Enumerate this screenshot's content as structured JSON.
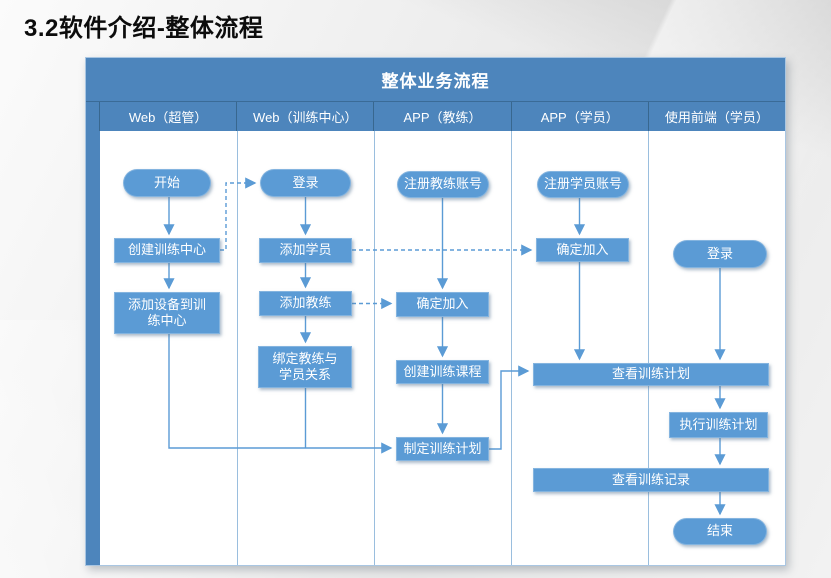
{
  "page_title": "3.2软件介绍-整体流程",
  "diagram": {
    "title": "整体业务流程",
    "lanes": [
      {
        "label": "Web（超管）"
      },
      {
        "label": "Web（训练中心）"
      },
      {
        "label": "APP（教练）"
      },
      {
        "label": "APP（学员）"
      },
      {
        "label": "使用前端（学员）"
      }
    ],
    "nodes": {
      "start": {
        "label": "开始",
        "shape": "pill",
        "lane": "Web（超管）"
      },
      "create_center": {
        "label": "创建训练中心",
        "shape": "rect",
        "lane": "Web（超管）"
      },
      "add_device": {
        "label": "添加设备到训练中心",
        "shape": "rect",
        "lane": "Web（超管）"
      },
      "login_center": {
        "label": "登录",
        "shape": "pill",
        "lane": "Web（训练中心）"
      },
      "add_student": {
        "label": "添加学员",
        "shape": "rect",
        "lane": "Web（训练中心）"
      },
      "add_coach": {
        "label": "添加教练",
        "shape": "rect",
        "lane": "Web（训练中心）"
      },
      "bind_relation": {
        "label": "绑定教练与学员关系",
        "shape": "rect",
        "lane": "Web（训练中心）"
      },
      "register_coach": {
        "label": "注册教练账号",
        "shape": "pill",
        "lane": "APP（教练）"
      },
      "confirm_join_coach": {
        "label": "确定加入",
        "shape": "rect",
        "lane": "APP（教练）"
      },
      "create_course": {
        "label": "创建训练课程",
        "shape": "rect",
        "lane": "APP（教练）"
      },
      "make_plan": {
        "label": "制定训练计划",
        "shape": "rect",
        "lane": "APP（教练）"
      },
      "register_student": {
        "label": "注册学员账号",
        "shape": "pill",
        "lane": "APP（学员）"
      },
      "confirm_join_student": {
        "label": "确定加入",
        "shape": "rect",
        "lane": "APP（学员）"
      },
      "view_plan": {
        "label": "查看训练计划",
        "shape": "rect-wide",
        "lane": "APP（学员）/使用前端（学员）"
      },
      "login_frontend": {
        "label": "登录",
        "shape": "pill",
        "lane": "使用前端（学员）"
      },
      "exec_plan": {
        "label": "执行训练计划",
        "shape": "rect",
        "lane": "使用前端（学员）"
      },
      "view_record": {
        "label": "查看训练记录",
        "shape": "rect-wide",
        "lane": "APP（学员）/使用前端（学员）"
      },
      "end": {
        "label": "结束",
        "shape": "pill",
        "lane": "使用前端（学员）"
      }
    },
    "edges": [
      {
        "from": "start",
        "to": "create_center",
        "style": "solid"
      },
      {
        "from": "create_center",
        "to": "add_device",
        "style": "solid"
      },
      {
        "from": "create_center",
        "to": "login_center",
        "style": "dashed"
      },
      {
        "from": "login_center",
        "to": "add_student",
        "style": "solid"
      },
      {
        "from": "add_student",
        "to": "add_coach",
        "style": "solid"
      },
      {
        "from": "add_coach",
        "to": "bind_relation",
        "style": "solid"
      },
      {
        "from": "add_student",
        "to": "confirm_join_student",
        "style": "dashed"
      },
      {
        "from": "add_coach",
        "to": "confirm_join_coach",
        "style": "dashed"
      },
      {
        "from": "register_coach",
        "to": "confirm_join_coach",
        "style": "solid"
      },
      {
        "from": "confirm_join_coach",
        "to": "create_course",
        "style": "solid"
      },
      {
        "from": "create_course",
        "to": "make_plan",
        "style": "solid"
      },
      {
        "from": "add_device",
        "to": "make_plan",
        "style": "solid"
      },
      {
        "from": "bind_relation",
        "to": "make_plan",
        "style": "solid"
      },
      {
        "from": "register_student",
        "to": "confirm_join_student",
        "style": "solid"
      },
      {
        "from": "confirm_join_student",
        "to": "view_plan",
        "style": "solid"
      },
      {
        "from": "make_plan",
        "to": "view_plan",
        "style": "solid"
      },
      {
        "from": "login_frontend",
        "to": "view_plan",
        "style": "solid"
      },
      {
        "from": "view_plan",
        "to": "exec_plan",
        "style": "solid"
      },
      {
        "from": "exec_plan",
        "to": "view_record",
        "style": "solid"
      },
      {
        "from": "view_record",
        "to": "end",
        "style": "solid"
      }
    ],
    "colors": {
      "band_blue": "#4d85bc",
      "node_blue": "#5B9BD5",
      "connector_blue": "#5B9BD5",
      "lane_line": "#9abede",
      "text_white": "#ffffff",
      "title_black": "#0c0c0c"
    }
  }
}
